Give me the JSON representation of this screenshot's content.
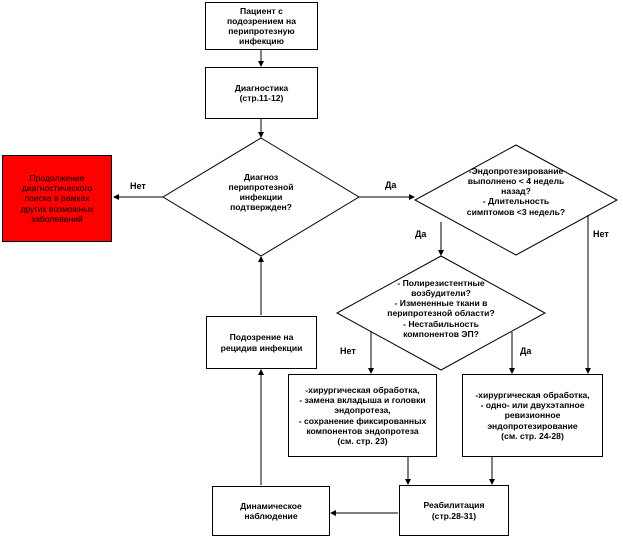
{
  "nodes": {
    "start": [
      "Пациент с",
      "подозрением на",
      "перипротезную",
      "инфекцию"
    ],
    "diagnostics": [
      "Диагностика",
      "(стр.11-12)"
    ],
    "confirmed": [
      "Диагноз",
      "перипротезной",
      "инфекции",
      "подтвержден?"
    ],
    "other_diseases": [
      "Продолжение",
      "диагностического",
      "поиска в рамках",
      "других возможных",
      "заболеваний"
    ],
    "timing": [
      "-Эндопротезирование",
      "выполнено < 4 недель",
      "назад?",
      "- Длительность",
      "симптомов <3  недель?"
    ],
    "factors": [
      "-   Полирезистентные",
      "возбудители?",
      "-   Измененные ткани в",
      "перипротезной области?",
      "-   Нестабильность",
      "компонентов ЭП?"
    ],
    "relapse": [
      "Подозрение на",
      "рецидив инфекции"
    ],
    "debridement": [
      "-хирургическая обработка,",
      "- замена вкладыша и головки",
      "эндопротеза,",
      "- сохранение фиксированных",
      "компонентов эндопротеза",
      "(см. стр. 23)"
    ],
    "revision": [
      "-хирургическая обработка,",
      "- одно- или двухэтапное",
      "ревизионное",
      "эндопротезирование",
      "(см. стр. 24-28)"
    ],
    "rehab": [
      "Реабилитация",
      "(стр.28-31)"
    ],
    "observation": [
      "Динамическое",
      "наблюдение"
    ]
  },
  "labels": {
    "no_left": "Нет",
    "yes_right": "Да",
    "yes_down": "Да",
    "no_right": "Нет",
    "no_factors": "Нет",
    "yes_factors": "Да"
  },
  "colors": {
    "highlight": "#ff0000"
  }
}
